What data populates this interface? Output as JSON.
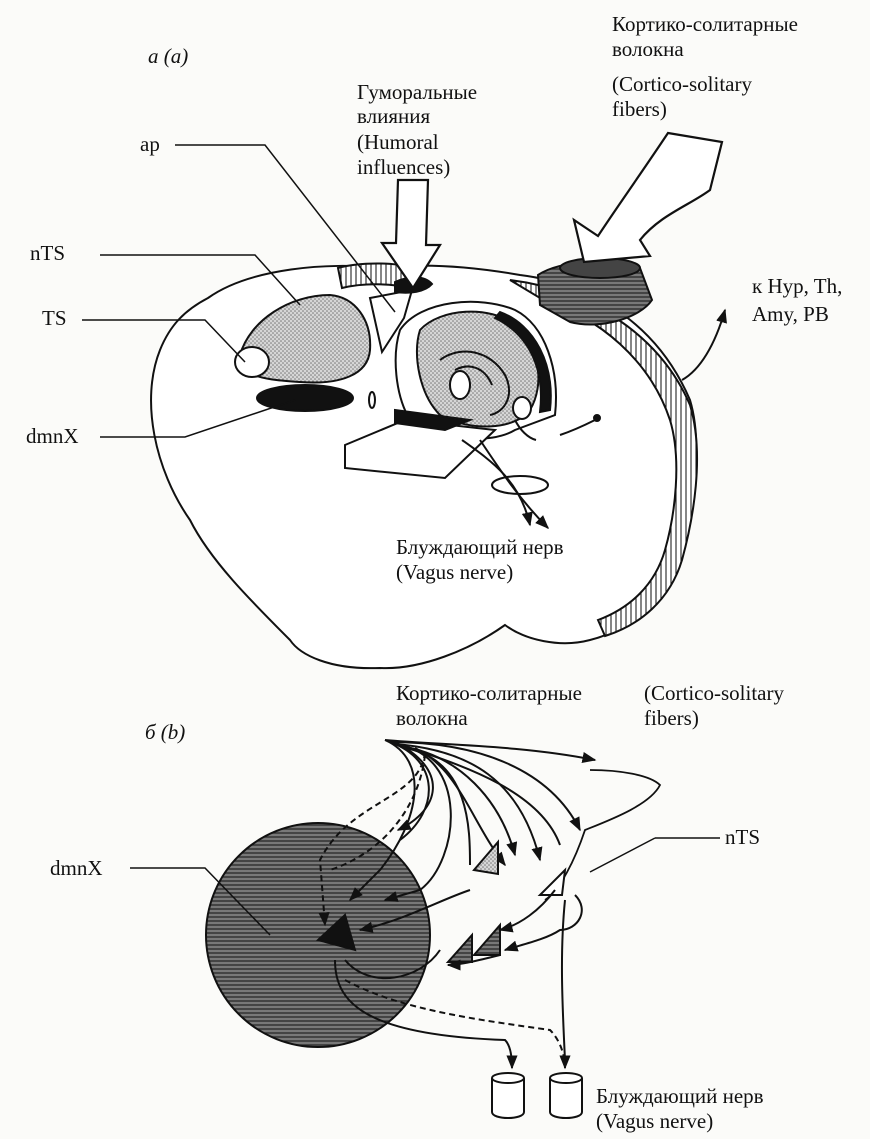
{
  "panel_a": {
    "label": "а (a)",
    "humoral": [
      "Гуморальные",
      "влияния",
      "(Humoral",
      "influences)"
    ],
    "cortico": [
      "Кортико-солитарные",
      "волокна",
      "(Cortico-solitary",
      "fibers)"
    ],
    "ap": "ap",
    "nts": "nTS",
    "ts": "TS",
    "dmnx": "dmnX",
    "targets": [
      "к Hyp, Th,",
      "Amy, PB"
    ],
    "vagus": [
      "Блуждающий нерв",
      "(Vagus nerve)"
    ]
  },
  "panel_b": {
    "label": "б (b)",
    "cortico_ru": [
      "Кортико-солитарные",
      "волокна"
    ],
    "cortico_en": [
      "(Cortico-solitary",
      "fibers)"
    ],
    "nts": "nTS",
    "dmnx": "dmnX",
    "vagus": [
      "Блуждающий нерв",
      "(Vagus nerve)"
    ]
  },
  "colors": {
    "ink": "#111111",
    "stipple": "#c9c9c9",
    "dark": "#1a1a1a",
    "mid": "#5a5a5a"
  }
}
